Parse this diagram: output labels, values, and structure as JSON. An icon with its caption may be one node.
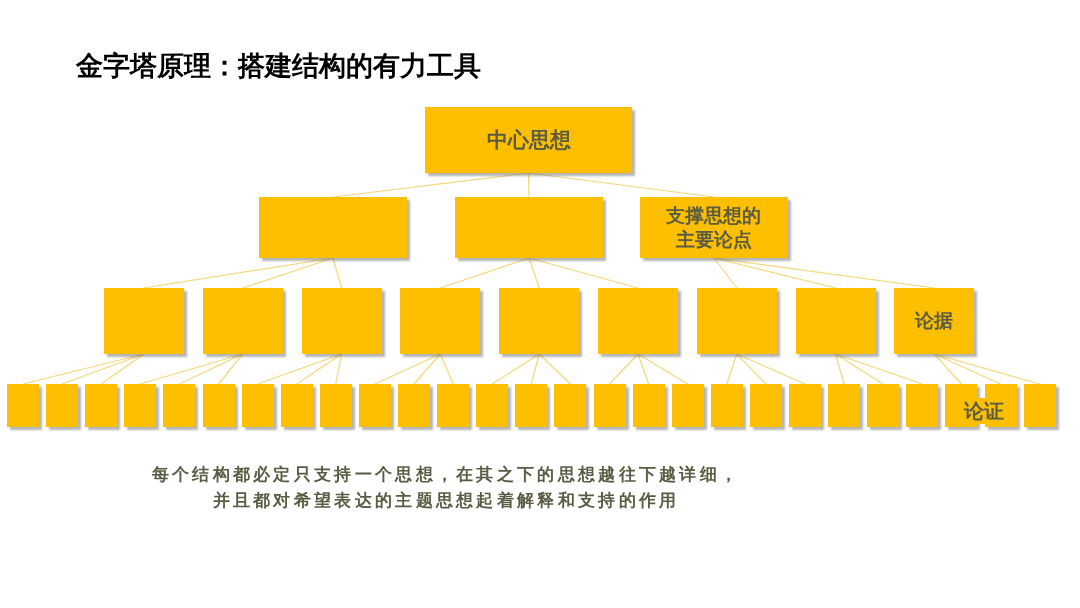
{
  "diagram": {
    "title": "金字塔原理：搭建结构的有力工具",
    "caption": "每个结构都必定只支持一个思想，在其之下的思想越往下越详细，并且都对希望表达的主题思想起着解释和支持的作用",
    "nodes": [
      {
        "text": [
          "中心思想"
        ]
      },
      {
        "text": [],
        "shape": "box"
      },
      {
        "text": [],
        "shape": "box"
      },
      {
        "text": [
          "支撑思想的主要论点"
        ]
      },
      {
        "text": [],
        "shape": "box"
      },
      {
        "text": [],
        "shape": "box"
      },
      {
        "text": [],
        "shape": "box"
      },
      {
        "text": [],
        "shape": "box"
      },
      {
        "text": [],
        "shape": "box"
      },
      {
        "text": [],
        "shape": "box"
      },
      {
        "text": [],
        "shape": "box"
      },
      {
        "text": [],
        "shape": "box"
      },
      {
        "text": [
          "论据"
        ]
      },
      {
        "text": [],
        "shape": "box"
      },
      {
        "text": [],
        "shape": "box"
      },
      {
        "text": [],
        "shape": "box"
      },
      {
        "text": [],
        "shape": "box"
      },
      {
        "text": [],
        "shape": "box"
      },
      {
        "text": [],
        "shape": "box"
      },
      {
        "text": [],
        "shape": "box"
      },
      {
        "text": [],
        "shape": "box"
      },
      {
        "text": [],
        "shape": "box"
      },
      {
        "text": [],
        "shape": "box"
      },
      {
        "text": [],
        "shape": "box"
      },
      {
        "text": [],
        "shape": "box"
      },
      {
        "text": [],
        "shape": "box"
      },
      {
        "text": [],
        "shape": "box"
      },
      {
        "text": [],
        "shape": "box"
      },
      {
        "text": [],
        "shape": "box"
      },
      {
        "text": [],
        "shape": "box"
      },
      {
        "text": [],
        "shape": "box"
      },
      {
        "text": [],
        "shape": "box"
      },
      {
        "text": [],
        "shape": "box"
      },
      {
        "text": [],
        "shape": "box"
      },
      {
        "text": [],
        "shape": "box"
      },
      {
        "text": [],
        "shape": "box"
      },
      {
        "text": [],
        "shape": "box"
      },
      {
        "text": [],
        "shape": "box"
      },
      {
        "text": [],
        "shape": "box"
      },
      {
        "text": [],
        "shape": "box"
      }
    ],
    "edges": [
      {
        "from": 0,
        "to": 1,
        "arrow": "none"
      },
      {
        "from": 0,
        "to": 2,
        "arrow": "none"
      },
      {
        "from": 0,
        "to": 3,
        "arrow": "none"
      },
      {
        "from": 1,
        "to": 4,
        "arrow": "none"
      },
      {
        "from": 1,
        "to": 5,
        "arrow": "none"
      },
      {
        "from": 1,
        "to": 6,
        "arrow": "none"
      },
      {
        "from": 2,
        "to": 7,
        "arrow": "none"
      },
      {
        "from": 2,
        "to": 8,
        "arrow": "none"
      },
      {
        "from": 2,
        "to": 9,
        "arrow": "none"
      },
      {
        "from": 3,
        "to": 10,
        "arrow": "none"
      },
      {
        "from": 3,
        "to": 11,
        "arrow": "none"
      },
      {
        "from": 3,
        "to": 12,
        "arrow": "none"
      },
      {
        "from": 4,
        "to": 13,
        "arrow": "none"
      },
      {
        "from": 4,
        "to": 14,
        "arrow": "none"
      },
      {
        "from": 4,
        "to": 15,
        "arrow": "none"
      },
      {
        "from": 5,
        "to": 16,
        "arrow": "none"
      },
      {
        "from": 5,
        "to": 17,
        "arrow": "none"
      },
      {
        "from": 5,
        "to": 18,
        "arrow": "none"
      },
      {
        "from": 6,
        "to": 19,
        "arrow": "none"
      },
      {
        "from": 6,
        "to": 20,
        "arrow": "none"
      },
      {
        "from": 6,
        "to": 21,
        "arrow": "none"
      },
      {
        "from": 7,
        "to": 22,
        "arrow": "none"
      },
      {
        "from": 7,
        "to": 23,
        "arrow": "none"
      },
      {
        "from": 7,
        "to": 24,
        "arrow": "none"
      },
      {
        "from": 8,
        "to": 25,
        "arrow": "none"
      },
      {
        "from": 8,
        "to": 26,
        "arrow": "none"
      },
      {
        "from": 8,
        "to": 27,
        "arrow": "none"
      },
      {
        "from": 9,
        "to": 28,
        "arrow": "none"
      },
      {
        "from": 9,
        "to": 29,
        "arrow": "none"
      },
      {
        "from": 9,
        "to": 30,
        "arrow": "none"
      },
      {
        "from": 10,
        "to": 31,
        "arrow": "none"
      },
      {
        "from": 10,
        "to": 32,
        "arrow": "none"
      },
      {
        "from": 10,
        "to": 33,
        "arrow": "none"
      },
      {
        "from": 11,
        "to": 34,
        "arrow": "none"
      },
      {
        "from": 11,
        "to": 35,
        "arrow": "none"
      },
      {
        "from": 11,
        "to": 36,
        "arrow": "none"
      },
      {
        "from": 12,
        "to": 37,
        "arrow": "none"
      },
      {
        "from": 12,
        "to": 38,
        "arrow": "none"
      },
      {
        "from": 12,
        "to": 39,
        "arrow": "none"
      }
    ],
    "labels": [
      "论证"
    ]
  }
}
